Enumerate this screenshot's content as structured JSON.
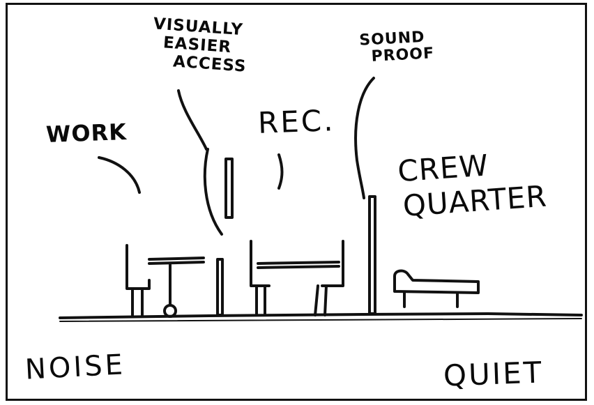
{
  "labels": {
    "work": "WORK",
    "visually_easier_access": [
      "VISUALLY",
      "EASIER",
      "ACCESS"
    ],
    "soundproof": [
      "SOUND",
      "PROOF"
    ],
    "rec": "REC.",
    "crew_quarter": [
      "CREW",
      "QUARTER"
    ],
    "noise": "NOISE",
    "quiet": "QUIET"
  },
  "colors": {
    "ink": "#111111",
    "paper": "#ffffff"
  }
}
